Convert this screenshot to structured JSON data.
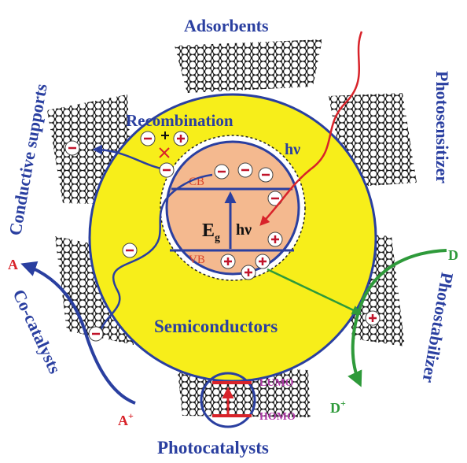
{
  "diagram": {
    "labels": {
      "top": "Adsorbents",
      "top_right": "Photosensitizer",
      "bottom_right": "Photostabilizer",
      "bottom": "Photocatalysts",
      "bottom_left": "Co-catalysts",
      "top_left": "Conductive supports",
      "center": "Semiconductors",
      "recombination": "Recombination"
    },
    "bands": {
      "cb": "CB",
      "vb": "VB",
      "eg_main": "E",
      "eg_sub": "g",
      "hv_inner": "hν",
      "hv_outer": "hν",
      "lumo": "LUMO",
      "homo": "HOMO"
    },
    "species": {
      "a": "A",
      "a_plus": "A",
      "a_plus_sup": "+",
      "d": "D",
      "d_plus": "D",
      "d_plus_sup": "+"
    },
    "colors": {
      "yellow_ring": "#f7ee1a",
      "core": "#f4b98f",
      "outline": "#2a3fa0",
      "red": "#d8232a",
      "green": "#2e9a3a",
      "purple": "#b03aa8"
    }
  }
}
